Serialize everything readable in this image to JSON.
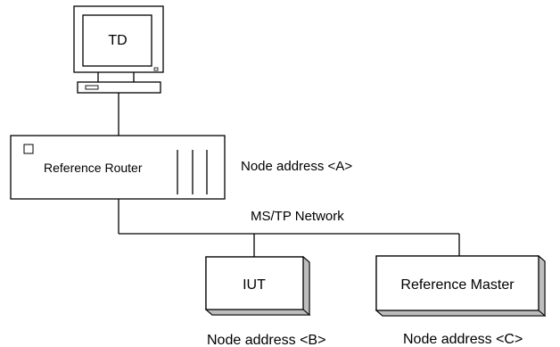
{
  "terminal": {
    "label": "TD"
  },
  "router": {
    "label": "Reference Router",
    "address": "Node address <A>"
  },
  "network": {
    "label": "MS/TP Network"
  },
  "iut": {
    "label": "IUT",
    "address": "Node address <B>"
  },
  "master": {
    "label": "Reference Master",
    "address": "Node address <C>"
  },
  "colors": {
    "line": "#000000",
    "face": "#ffffff",
    "shade": "#000000"
  }
}
